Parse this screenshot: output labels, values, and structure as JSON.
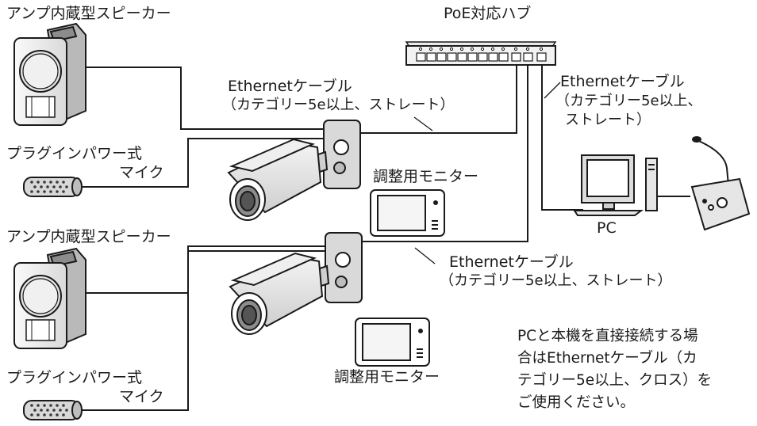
{
  "hub": {
    "label": "PoE対応ハブ"
  },
  "speaker_top": {
    "label": "アンプ内蔵型スピーカー"
  },
  "speaker_bottom": {
    "label": "アンプ内蔵型スピーカー"
  },
  "mic_top": {
    "label_line1": "プラグインパワー式",
    "label_line2": "マイク"
  },
  "mic_bottom": {
    "label_line1": "プラグインパワー式",
    "label_line2": "マイク"
  },
  "cable_top_camera": {
    "line1": "Ethernetケーブル",
    "line2": "（カテゴリー5e以上、ストレート）"
  },
  "cable_pc": {
    "line1": "Ethernetケーブル",
    "line2": "（カテゴリー5e以上、",
    "line3": "ストレート）"
  },
  "cable_bottom_camera": {
    "line1": "Ethernetケーブル",
    "line2": "（カテゴリー5e以上、ストレート）"
  },
  "monitor_top": {
    "label": "調整用モニター"
  },
  "monitor_bottom": {
    "label": "調整用モニター"
  },
  "pc": {
    "label": "PC"
  },
  "note": {
    "line1": "PCと本機を直接接続する場",
    "line2": "合はEthernetケーブル（カ",
    "line3": "テゴリー5e以上、クロス）を",
    "line4": "ご使用ください。"
  }
}
